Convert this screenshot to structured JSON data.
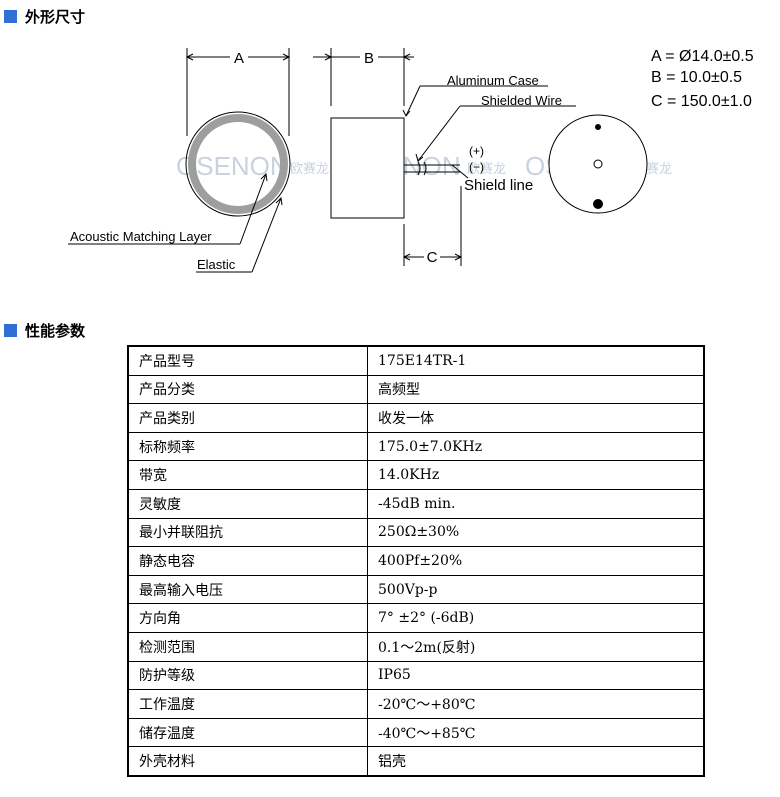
{
  "sections": {
    "dimensions": "外形尺寸",
    "performance": "性能参数"
  },
  "diagram": {
    "dim_a": "A",
    "dim_b": "B",
    "dim_c": "C",
    "spec_a": "A = Ø14.0±0.5",
    "spec_b": "B = 10.0±0.5",
    "spec_c": "C = 150.0±1.0",
    "aluminum_case": "Aluminum Case",
    "shielded_wire": "Shielded Wire",
    "plus": "(+)",
    "minus": "(−)",
    "shield_line": "Shield line",
    "acoustic_layer": "Acoustic Matching Layer",
    "elastic": "Elastic",
    "watermark_brand": "OSENON",
    "watermark_cn": "欧赛龙"
  },
  "specs": [
    {
      "label": "产品型号",
      "value": "175E14TR-1"
    },
    {
      "label": "产品分类",
      "value": "高频型"
    },
    {
      "label": "产品类别",
      "value": "收发一体"
    },
    {
      "label": "标称频率",
      "value": "175.0±7.0KHz"
    },
    {
      "label": "带宽",
      "value": "14.0KHz"
    },
    {
      "label": "灵敏度",
      "value": "-45dB min."
    },
    {
      "label": "最小并联阻抗",
      "value": "250Ω±30%"
    },
    {
      "label": "静态电容",
      "value": "400Pf±20%"
    },
    {
      "label": "最高输入电压",
      "value": "500Vp-p"
    },
    {
      "label": "方向角",
      "value": "7° ±2° (-6dB)"
    },
    {
      "label": "检测范围",
      "value": "0.1～2m(反射)"
    },
    {
      "label": "防护等级",
      "value": "IP65"
    },
    {
      "label": "工作温度",
      "value": "-20℃～+80℃"
    },
    {
      "label": "储存温度",
      "value": "-40℃～+85℃"
    },
    {
      "label": "外壳材料",
      "value": "铝壳"
    }
  ],
  "colors": {
    "accent": "#2f6fd6",
    "watermark": "#c9d3df",
    "layer": "#9e9e9e"
  }
}
